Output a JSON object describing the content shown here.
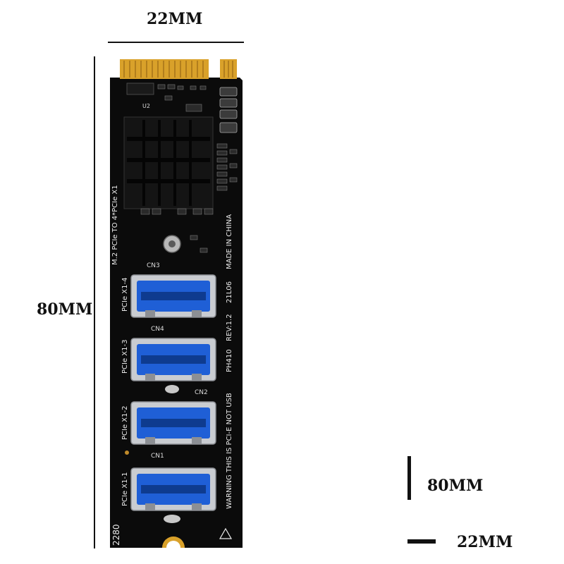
{
  "dimensions": {
    "width_label": "22MM",
    "height_label": "80MM",
    "legend_long_label": "80MM",
    "legend_short_label": "22MM"
  },
  "board": {
    "title": "M.2 PCIe TO 4*PCIe X1",
    "port_labels": [
      "PCIe X1-4",
      "PCIe X1-3",
      "PCIe X1-2",
      "PCIe X1-1"
    ],
    "connector_labels": [
      "CN3",
      "CN4",
      "CN2",
      "CN1"
    ],
    "made_in": "MADE IN CHINA",
    "batch": "21L06",
    "revision": "REV:1.2",
    "model": "PH410",
    "warning": "WARNING THIS IS PCI-E NOT USB",
    "size_mark": "2280",
    "chip_label": "U2"
  },
  "colors": {
    "pcb": "#0b0b0b",
    "gold": "#d9a12a",
    "usb_blue": "#1f5fd6",
    "metal": "#c9ccd1"
  }
}
